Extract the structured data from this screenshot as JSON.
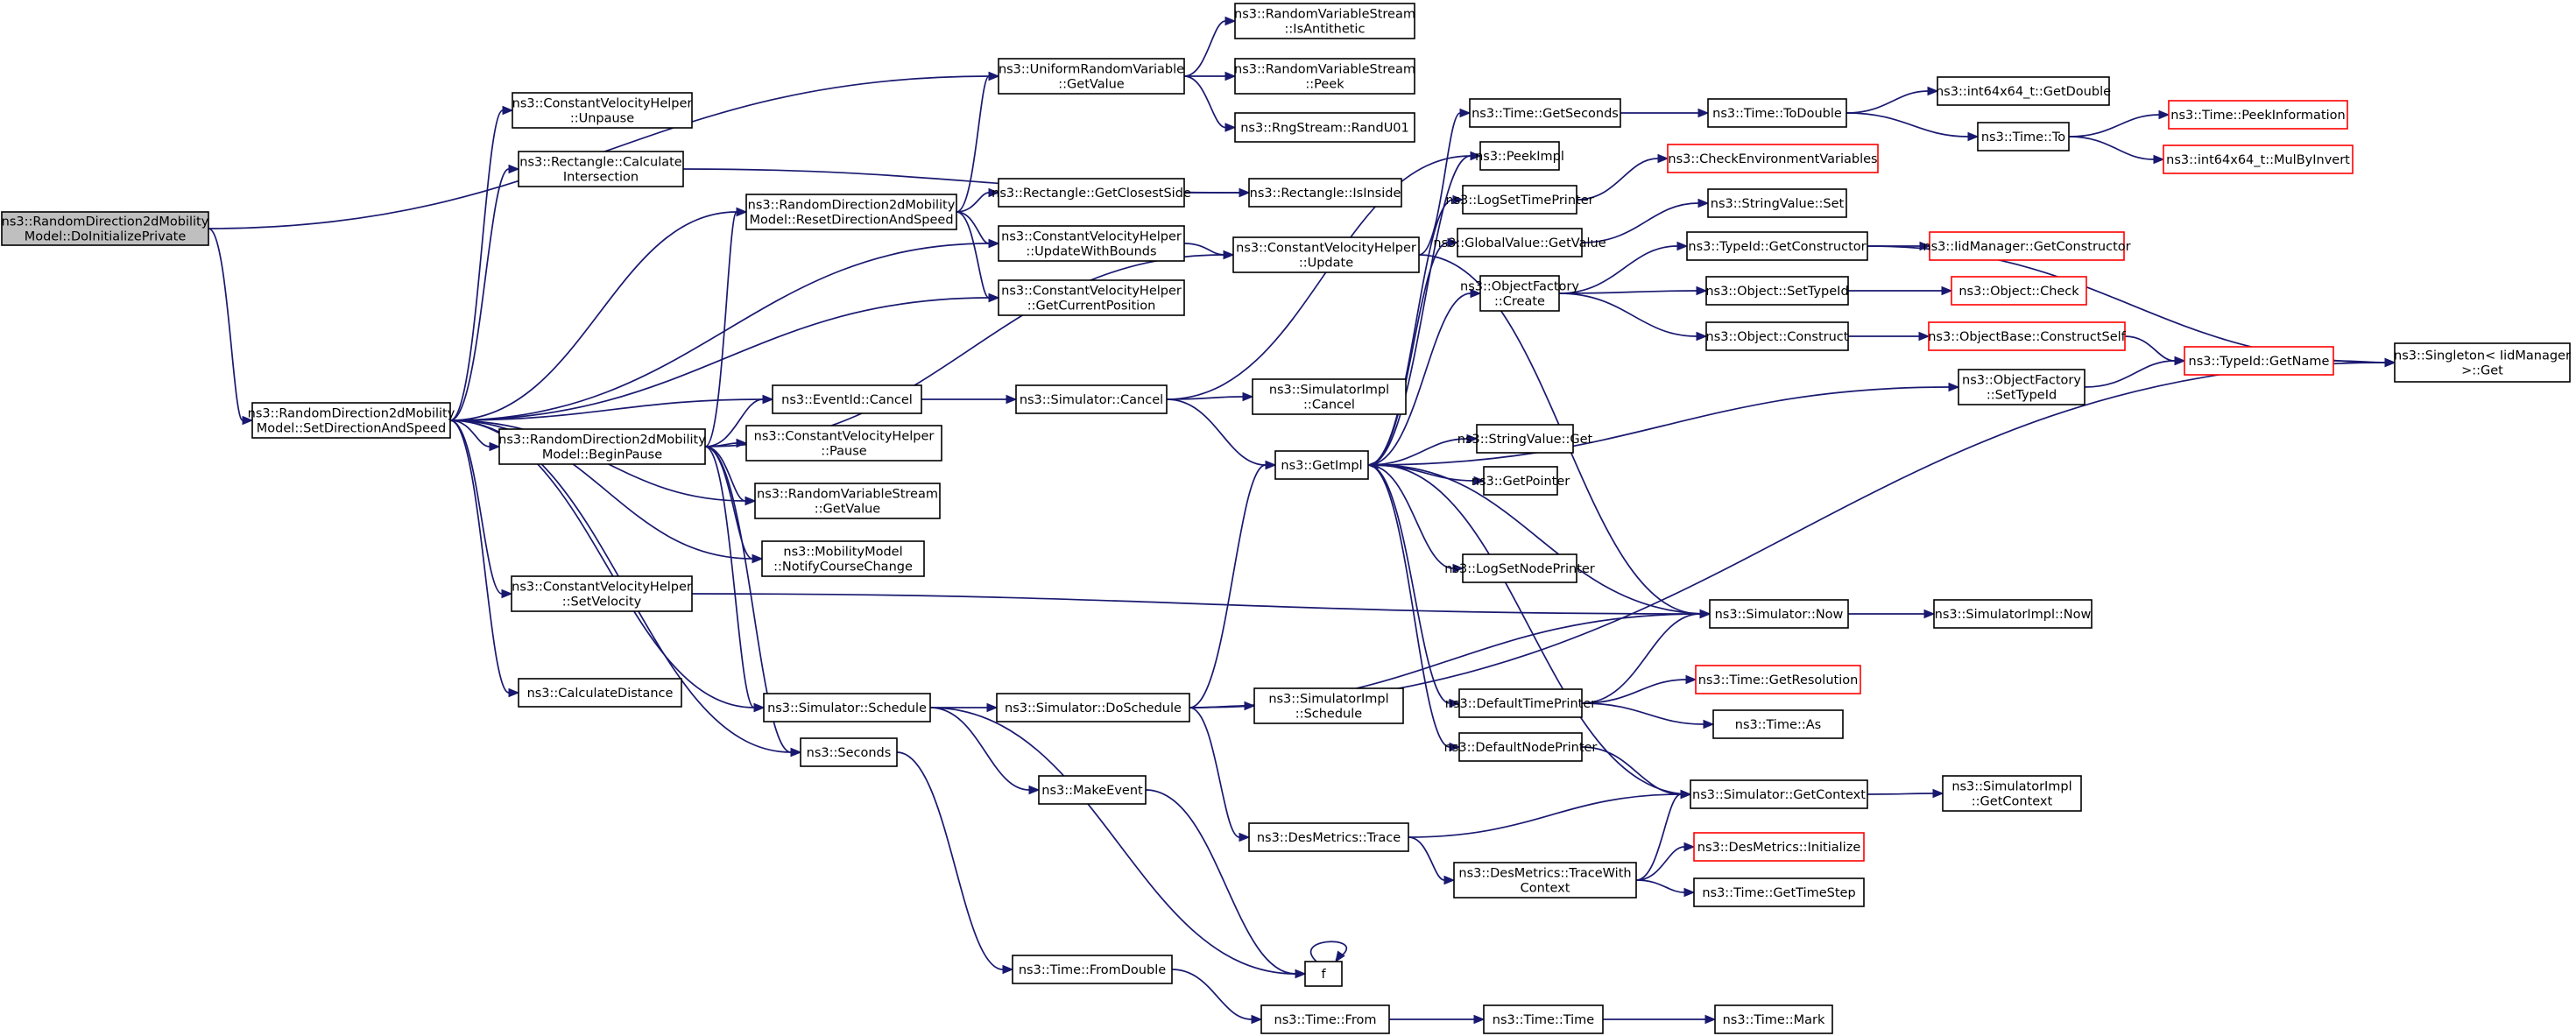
{
  "nodes": [
    {
      "id": "root",
      "lines": [
        "ns3::RandomDirection2dMobility",
        "Model::DoInitializePrivate"
      ],
      "root": true
    },
    {
      "id": "setdir",
      "lines": [
        "ns3::RandomDirection2dMobility",
        "Model::SetDirectionAndSpeed"
      ]
    },
    {
      "id": "urv",
      "lines": [
        "ns3::UniformRandomVariable",
        "::GetValue"
      ]
    },
    {
      "id": "isanti",
      "lines": [
        "ns3::RandomVariableStream",
        "::IsAntithetic"
      ]
    },
    {
      "id": "peek",
      "lines": [
        "ns3::RandomVariableStream",
        "::Peek"
      ]
    },
    {
      "id": "randu01",
      "lines": [
        "ns3::RngStream::RandU01"
      ]
    },
    {
      "id": "cvhunpause",
      "lines": [
        "ns3::ConstantVelocityHelper",
        "::Unpause"
      ]
    },
    {
      "id": "rectcalc",
      "lines": [
        "ns3::Rectangle::Calculate",
        "Intersection"
      ]
    },
    {
      "id": "resetdir",
      "lines": [
        "ns3::RandomDirection2dMobility",
        "Model::ResetDirectionAndSpeed"
      ]
    },
    {
      "id": "closest",
      "lines": [
        "ns3::Rectangle::GetClosestSide"
      ]
    },
    {
      "id": "isinside",
      "lines": [
        "ns3::Rectangle::IsInside"
      ]
    },
    {
      "id": "cvhbounds",
      "lines": [
        "ns3::ConstantVelocityHelper",
        "::UpdateWithBounds"
      ]
    },
    {
      "id": "cvhpos",
      "lines": [
        "ns3::ConstantVelocityHelper",
        "::GetCurrentPosition"
      ]
    },
    {
      "id": "cvhupdate",
      "lines": [
        "ns3::ConstantVelocityHelper",
        "::Update"
      ]
    },
    {
      "id": "eventcancel",
      "lines": [
        "ns3::EventId::Cancel"
      ]
    },
    {
      "id": "simcancel",
      "lines": [
        "ns3::Simulator::Cancel"
      ]
    },
    {
      "id": "simimplcancel",
      "lines": [
        "ns3::SimulatorImpl",
        "::Cancel"
      ]
    },
    {
      "id": "beginpause",
      "lines": [
        "ns3::RandomDirection2dMobility",
        "Model::BeginPause"
      ]
    },
    {
      "id": "cvhpause",
      "lines": [
        "ns3::ConstantVelocityHelper",
        "::Pause"
      ]
    },
    {
      "id": "rvsget",
      "lines": [
        "ns3::RandomVariableStream",
        "::GetValue"
      ]
    },
    {
      "id": "notify",
      "lines": [
        "ns3::MobilityModel",
        "::NotifyCourseChange"
      ]
    },
    {
      "id": "cvhsetvel",
      "lines": [
        "ns3::ConstantVelocityHelper",
        "::SetVelocity"
      ]
    },
    {
      "id": "calcdist",
      "lines": [
        "ns3::CalculateDistance"
      ]
    },
    {
      "id": "schedule",
      "lines": [
        "ns3::Simulator::Schedule"
      ]
    },
    {
      "id": "doschedule",
      "lines": [
        "ns3::Simulator::DoSchedule"
      ]
    },
    {
      "id": "simimplsched",
      "lines": [
        "ns3::SimulatorImpl",
        "::Schedule"
      ]
    },
    {
      "id": "seconds",
      "lines": [
        "ns3::Seconds"
      ]
    },
    {
      "id": "makeevent",
      "lines": [
        "ns3::MakeEvent"
      ]
    },
    {
      "id": "destrace",
      "lines": [
        "ns3::DesMetrics::Trace"
      ]
    },
    {
      "id": "destracectx",
      "lines": [
        "ns3::DesMetrics::TraceWith",
        "Context"
      ]
    },
    {
      "id": "fromdouble",
      "lines": [
        "ns3::Time::FromDouble"
      ]
    },
    {
      "id": "f",
      "lines": [
        "f"
      ]
    },
    {
      "id": "timefrom",
      "lines": [
        "ns3::Time::From"
      ]
    },
    {
      "id": "timetime",
      "lines": [
        "ns3::Time::Time"
      ]
    },
    {
      "id": "timemark",
      "lines": [
        "ns3::Time::Mark"
      ]
    },
    {
      "id": "getimpl",
      "lines": [
        "ns3::GetImpl"
      ]
    },
    {
      "id": "getseconds",
      "lines": [
        "ns3::Time::GetSeconds"
      ]
    },
    {
      "id": "todouble",
      "lines": [
        "ns3::Time::ToDouble"
      ]
    },
    {
      "id": "getdouble",
      "lines": [
        "ns3::int64x64_t::GetDouble"
      ]
    },
    {
      "id": "timeto",
      "lines": [
        "ns3::Time::To"
      ]
    },
    {
      "id": "peekinfo",
      "lines": [
        "ns3::Time::PeekInformation"
      ],
      "trunc": true
    },
    {
      "id": "mulbyinvert",
      "lines": [
        "ns3::int64x64_t::MulByInvert"
      ],
      "trunc": true
    },
    {
      "id": "peekimpl",
      "lines": [
        "ns3::PeekImpl"
      ]
    },
    {
      "id": "logsettime",
      "lines": [
        "ns3::LogSetTimePrinter"
      ]
    },
    {
      "id": "checkenv",
      "lines": [
        "ns3::CheckEnvironmentVariables"
      ],
      "trunc": true
    },
    {
      "id": "globalval",
      "lines": [
        "ns3::GlobalValue::GetValue"
      ]
    },
    {
      "id": "stringset",
      "lines": [
        "ns3::StringValue::Set"
      ]
    },
    {
      "id": "typeidctor",
      "lines": [
        "ns3::TypeId::GetConstructor"
      ]
    },
    {
      "id": "iidctor",
      "lines": [
        "ns3::IidManager::GetConstructor"
      ],
      "trunc": true
    },
    {
      "id": "objfactcreate",
      "lines": [
        "ns3::ObjectFactory",
        "::Create"
      ]
    },
    {
      "id": "objsettype",
      "lines": [
        "ns3::Object::SetTypeId"
      ]
    },
    {
      "id": "objcheck",
      "lines": [
        "ns3::Object::Check"
      ],
      "trunc": true
    },
    {
      "id": "objconstruct",
      "lines": [
        "ns3::Object::Construct"
      ]
    },
    {
      "id": "objbasector",
      "lines": [
        "ns3::ObjectBase::ConstructSelf"
      ],
      "trunc": true
    },
    {
      "id": "typeidname",
      "lines": [
        "ns3::TypeId::GetName"
      ],
      "trunc": true
    },
    {
      "id": "singleton",
      "lines": [
        "ns3::Singleton< IidManager",
        ">::Get"
      ]
    },
    {
      "id": "objfactset",
      "lines": [
        "ns3::ObjectFactory",
        "::SetTypeId"
      ]
    },
    {
      "id": "stringget",
      "lines": [
        "ns3::StringValue::Get"
      ]
    },
    {
      "id": "getpointer",
      "lines": [
        "ns3::GetPointer"
      ]
    },
    {
      "id": "logsetnode",
      "lines": [
        "ns3::LogSetNodePrinter"
      ]
    },
    {
      "id": "simnow",
      "lines": [
        "ns3::Simulator::Now"
      ]
    },
    {
      "id": "simimplnow",
      "lines": [
        "ns3::SimulatorImpl::Now"
      ]
    },
    {
      "id": "deftimeprinter",
      "lines": [
        "ns3::DefaultTimePrinter"
      ]
    },
    {
      "id": "getres",
      "lines": [
        "ns3::Time::GetResolution"
      ],
      "trunc": true
    },
    {
      "id": "timeas",
      "lines": [
        "ns3::Time::As"
      ]
    },
    {
      "id": "defnodeprinter",
      "lines": [
        "ns3::DefaultNodePrinter"
      ]
    },
    {
      "id": "getcontext",
      "lines": [
        "ns3::Simulator::GetContext"
      ]
    },
    {
      "id": "simimplctx",
      "lines": [
        "ns3::SimulatorImpl",
        "::GetContext"
      ]
    },
    {
      "id": "desinit",
      "lines": [
        "ns3::DesMetrics::Initialize"
      ],
      "trunc": true
    },
    {
      "id": "gettimestep",
      "lines": [
        "ns3::Time::GetTimeStep"
      ]
    }
  ]
}
